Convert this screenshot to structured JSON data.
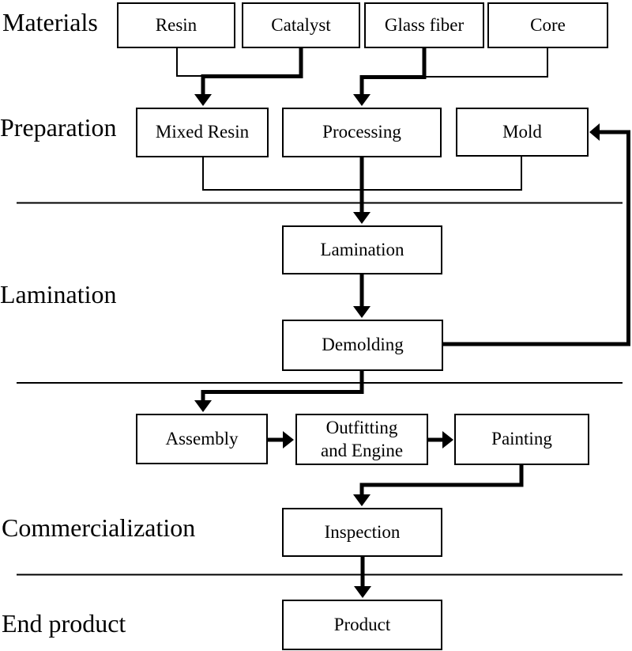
{
  "diagram": {
    "stage_labels": {
      "materials": "Materials",
      "preparation": "Preparation",
      "lamination": "Lamination",
      "commercialization": "Commercialization",
      "end_product": "End product"
    },
    "nodes": {
      "resin": "Resin",
      "catalyst": "Catalyst",
      "glass_fiber": "Glass fiber",
      "core": "Core",
      "mixed_resin": "Mixed Resin",
      "processing": "Processing",
      "mold": "Mold",
      "lamination": "Lamination",
      "demolding": "Demolding",
      "assembly": "Assembly",
      "outfitting": {
        "line1": "Outfitting",
        "line2": "and Engine"
      },
      "painting": "Painting",
      "inspection": "Inspection",
      "product": "Product"
    },
    "edges": [
      {
        "from": "Resin",
        "to": "Mixed Resin"
      },
      {
        "from": "Catalyst",
        "to": "Mixed Resin"
      },
      {
        "from": "Glass fiber",
        "to": "Processing"
      },
      {
        "from": "Core",
        "to": "Processing"
      },
      {
        "from": "Mixed Resin",
        "to": "Lamination"
      },
      {
        "from": "Processing",
        "to": "Lamination"
      },
      {
        "from": "Mold",
        "to": "Lamination"
      },
      {
        "from": "Lamination",
        "to": "Demolding"
      },
      {
        "from": "Demolding",
        "to": "Mold"
      },
      {
        "from": "Demolding",
        "to": "Assembly"
      },
      {
        "from": "Assembly",
        "to": "Outfitting and Engine"
      },
      {
        "from": "Outfitting and Engine",
        "to": "Painting"
      },
      {
        "from": "Painting",
        "to": "Inspection"
      },
      {
        "from": "Inspection",
        "to": "Product"
      }
    ],
    "colors": {
      "line": "#000000",
      "background": "#ffffff",
      "text": "#000000"
    }
  }
}
